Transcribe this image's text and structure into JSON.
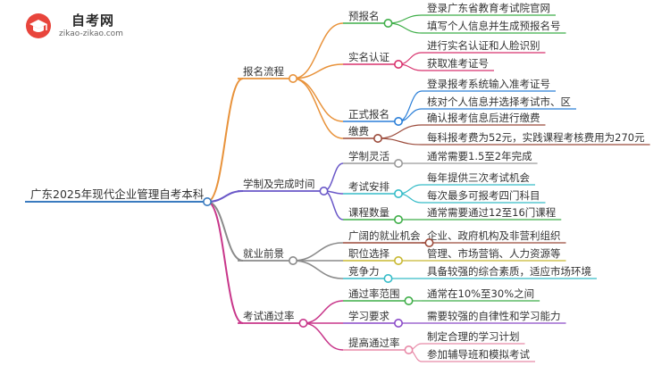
{
  "logo": {
    "name": "自考网",
    "domain": "zikao-zikao.com"
  },
  "root": {
    "label": "广东2025年现代企业管理自考本科",
    "color": "#3a7bbf"
  },
  "branches": [
    {
      "label": "报名流程",
      "color": "#e8923a",
      "children": [
        {
          "label": "预报名",
          "color": "#3fae49",
          "leaves": [
            "登录广东省教育考试院官网",
            "填写个人信息并生成预报名号"
          ]
        },
        {
          "label": "实名认证",
          "color": "#d8326d",
          "leaves": [
            "进行实名认证和人脸识别",
            "获取准考证号"
          ]
        },
        {
          "label": "正式报名",
          "color": "#2b7fd8",
          "leaves": [
            "登录报考系统输入准考证号",
            "核对个人信息并选择考试市、区"
          ]
        },
        {
          "label": "缴费",
          "color": "#9b4a3a",
          "leaves": [
            "确认报考信息后进行缴费",
            "每科报考费为52元，实践课程考核费用为270元"
          ]
        }
      ]
    },
    {
      "label": "学制及完成时间",
      "color": "#6a58c8",
      "children": [
        {
          "label": "学制灵活",
          "color": "#9a9a9a",
          "leaves": [
            "通常需要1.5至2年完成"
          ]
        },
        {
          "label": "考试安排",
          "color": "#36bcc8",
          "leaves": [
            "每年提供三次考试机会",
            "每次最多可报考四门科目"
          ]
        },
        {
          "label": "课程数量",
          "color": "#3fae49",
          "leaves": [
            "通常需要通过12至16门课程"
          ]
        }
      ]
    },
    {
      "label": "就业前景",
      "color": "#8a8a8a",
      "children": [
        {
          "label": "广阔的就业机会",
          "color": "#9b4a3a",
          "leaves": [
            "企业、政府机构及非营利组织"
          ]
        },
        {
          "label": "职位选择",
          "color": "#c8b830",
          "leaves": [
            "管理、市场营销、人力资源等"
          ]
        },
        {
          "label": "竞争力",
          "color": "#36bcc8",
          "leaves": [
            "具备较强的综合素质，适应市场环境"
          ]
        }
      ]
    },
    {
      "label": "考试通过率",
      "color": "#c8368a",
      "children": [
        {
          "label": "通过率范围",
          "color": "#3fae49",
          "leaves": [
            "通常在10%至30%之间"
          ]
        },
        {
          "label": "学习要求",
          "color": "#8a4ac8",
          "leaves": [
            "需要较强的自律性和学习能力"
          ]
        },
        {
          "label": "提高通过率",
          "color": "#e88aa8",
          "leaves": [
            "制定合理的学习计划",
            "参加辅导班和模拟考试"
          ]
        }
      ]
    }
  ]
}
